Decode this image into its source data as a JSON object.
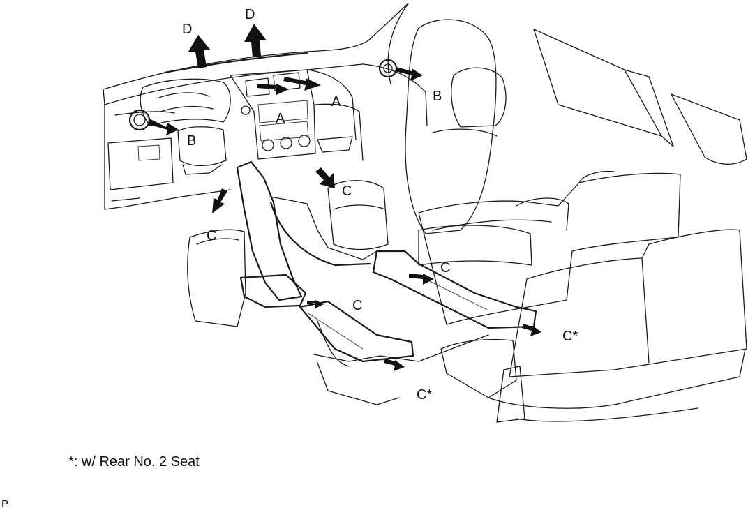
{
  "labels": {
    "d_left": "D",
    "d_right": "D",
    "a_center": "A",
    "a_right": "A",
    "b_left": "B",
    "b_right": "B",
    "c_floor_left": "C",
    "c_center": "C",
    "c_console": "C",
    "c_rear_right": "C",
    "c_star_rear": "C*",
    "c_star_center": "C*"
  },
  "footnote": "*: w/ Rear No. 2 Seat",
  "corner_mark": "P"
}
